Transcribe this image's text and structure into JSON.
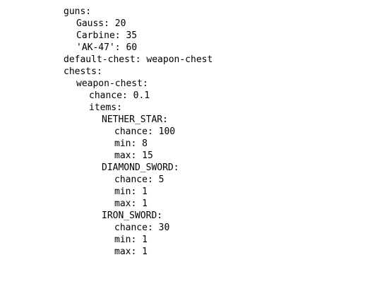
{
  "document": {
    "lines": [
      "guns:",
      "Gauss: 20",
      "Carbine: 35",
      "'AK-47': 60",
      "default-chest: weapon-chest",
      "chests:",
      "weapon-chest:",
      "chance: 0.1",
      "items:",
      "NETHER_STAR:",
      "chance: 100",
      "min: 8",
      "max: 15",
      "DIAMOND_SWORD:",
      "chance: 5",
      "min: 1",
      "max: 1",
      "IRON_SWORD:",
      "chance: 30",
      "min: 1",
      "max: 1"
    ]
  }
}
